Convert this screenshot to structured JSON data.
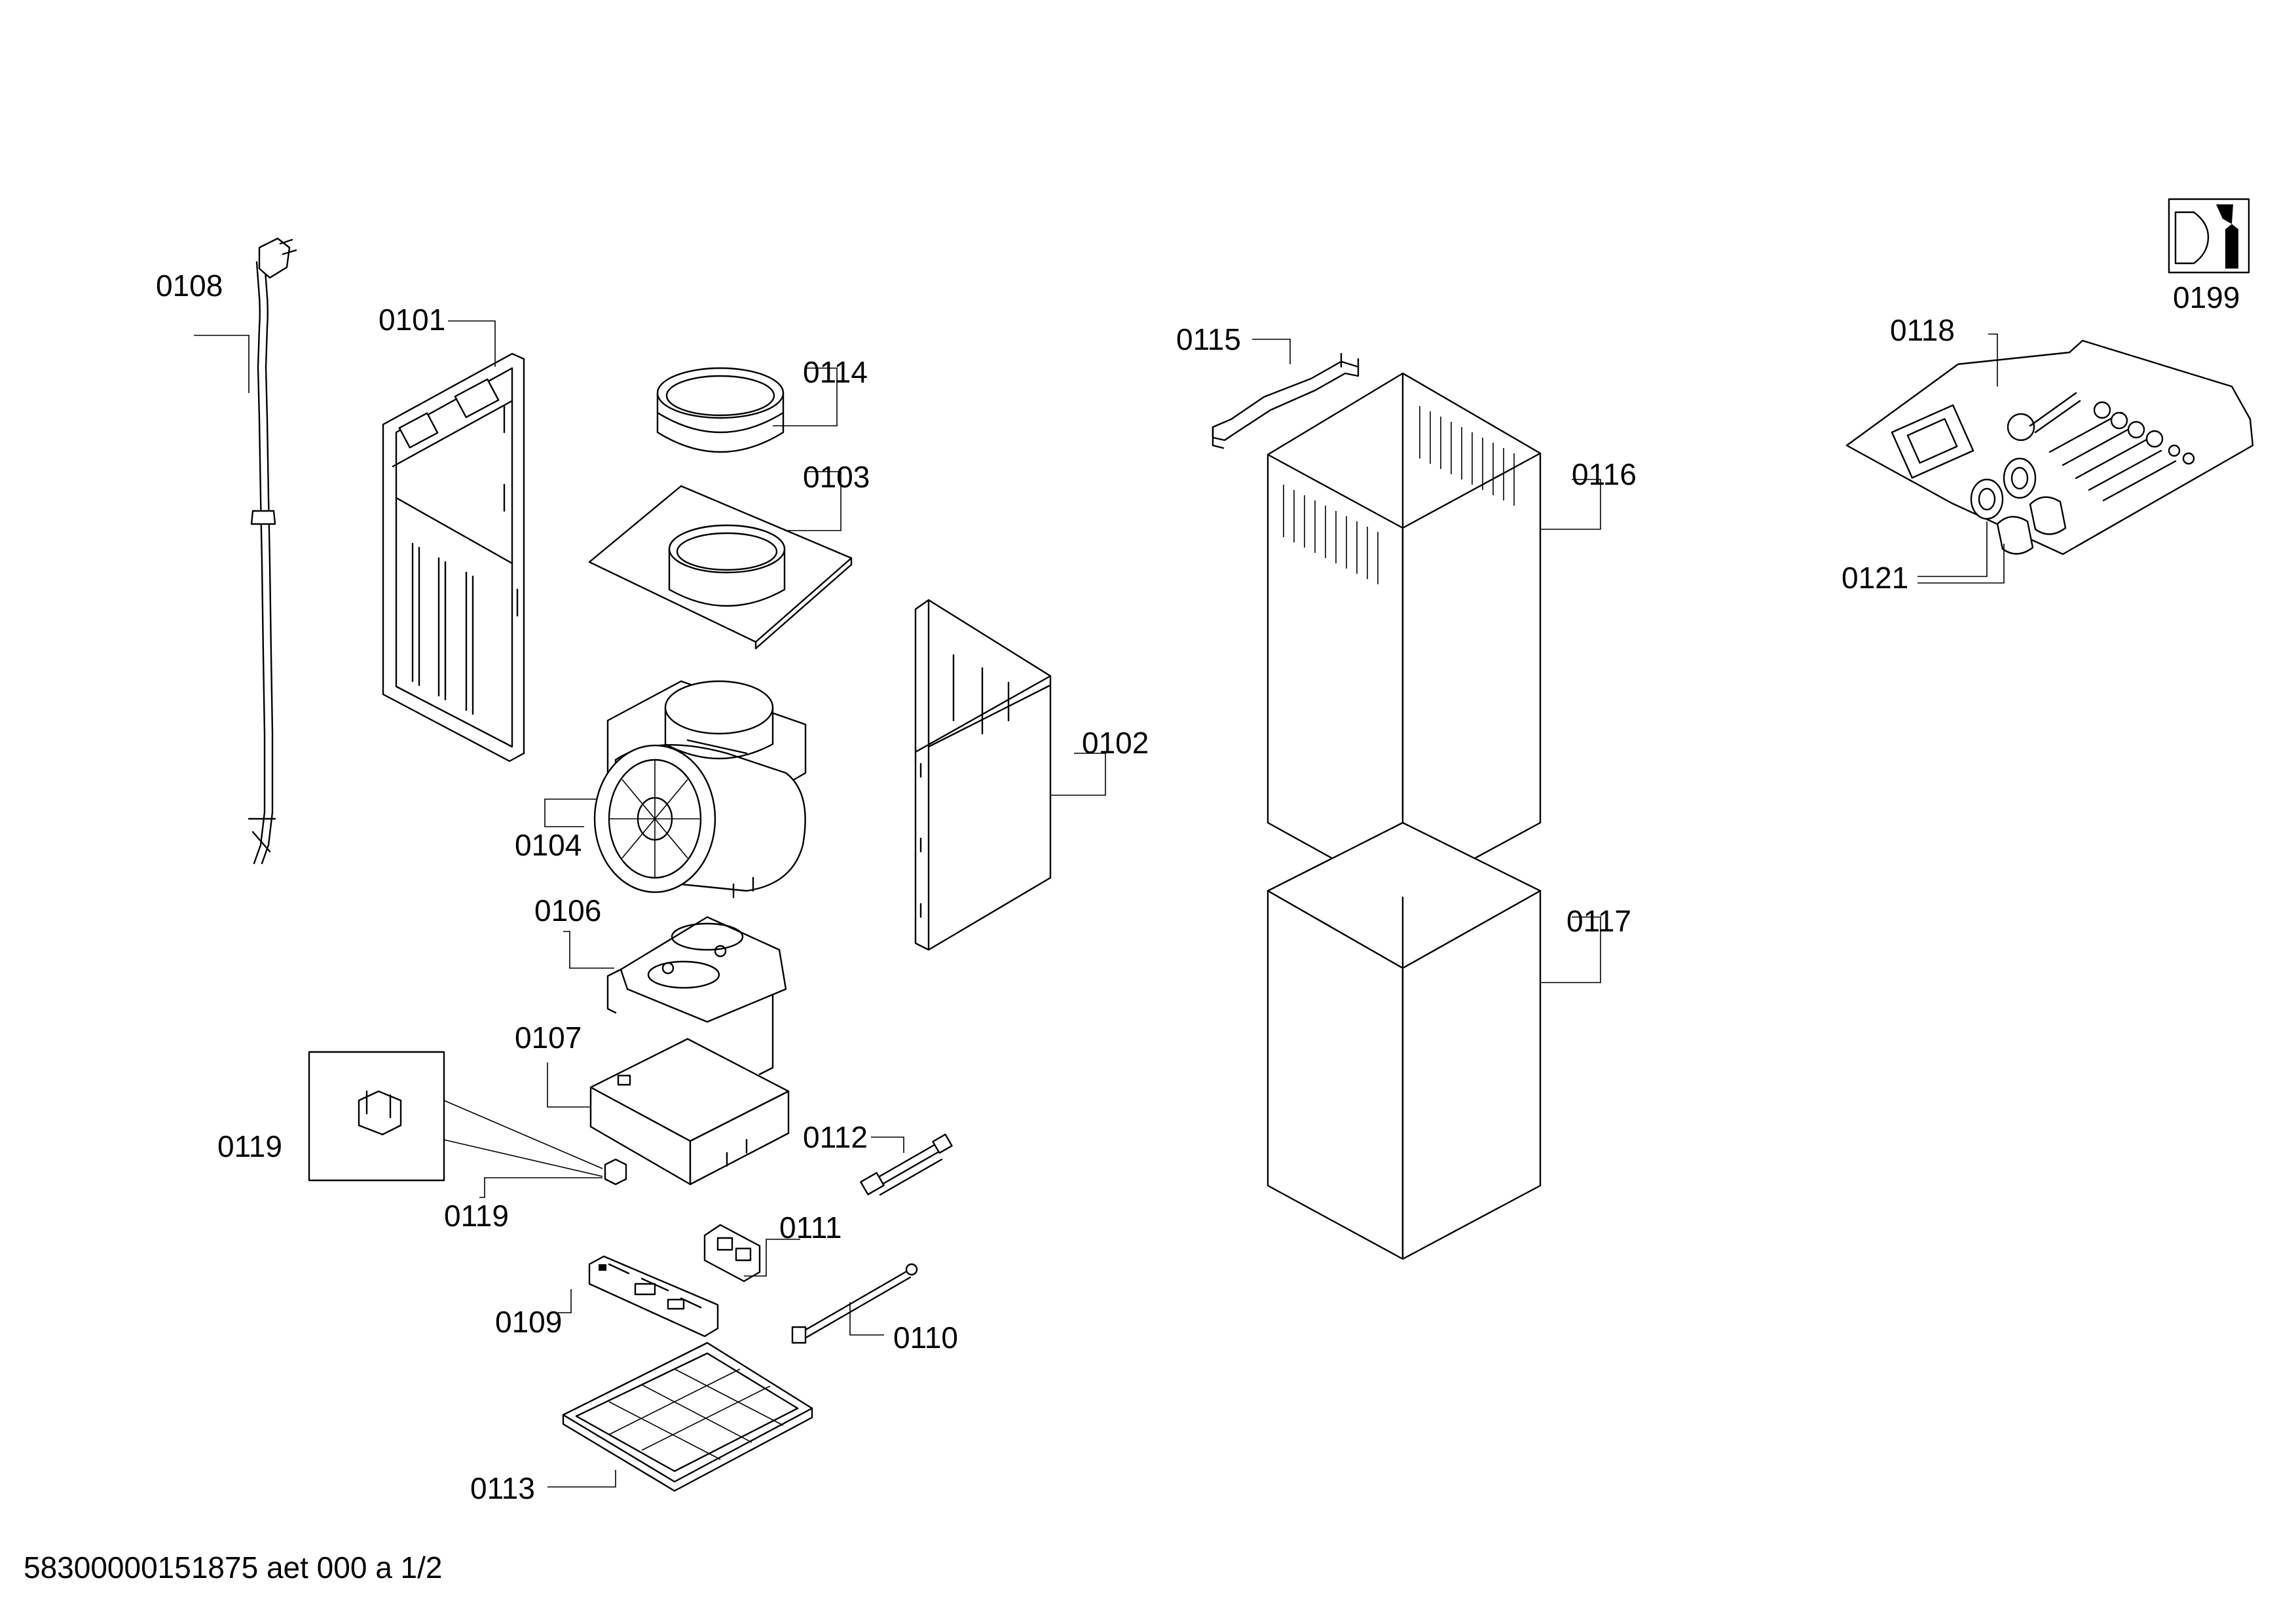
{
  "diagram": {
    "part_labels": {
      "p0101": "0101",
      "p0102": "0102",
      "p0103": "0103",
      "p0104": "0104",
      "p0106": "0106",
      "p0107": "0107",
      "p0108": "0108",
      "p0109": "0109",
      "p0110": "0110",
      "p0111": "0111",
      "p0112": "0112",
      "p0113": "0113",
      "p0114": "0114",
      "p0115": "0115",
      "p0116": "0116",
      "p0117": "0117",
      "p0118": "0118",
      "p0119a": "0119",
      "p0119b": "0119",
      "p0121": "0121",
      "p0199": "0199"
    },
    "icons": {
      "service_symbol": "wrench-nut-icon"
    }
  },
  "footer": {
    "document_id": "58300000151875 aet 000 a 1/2"
  }
}
